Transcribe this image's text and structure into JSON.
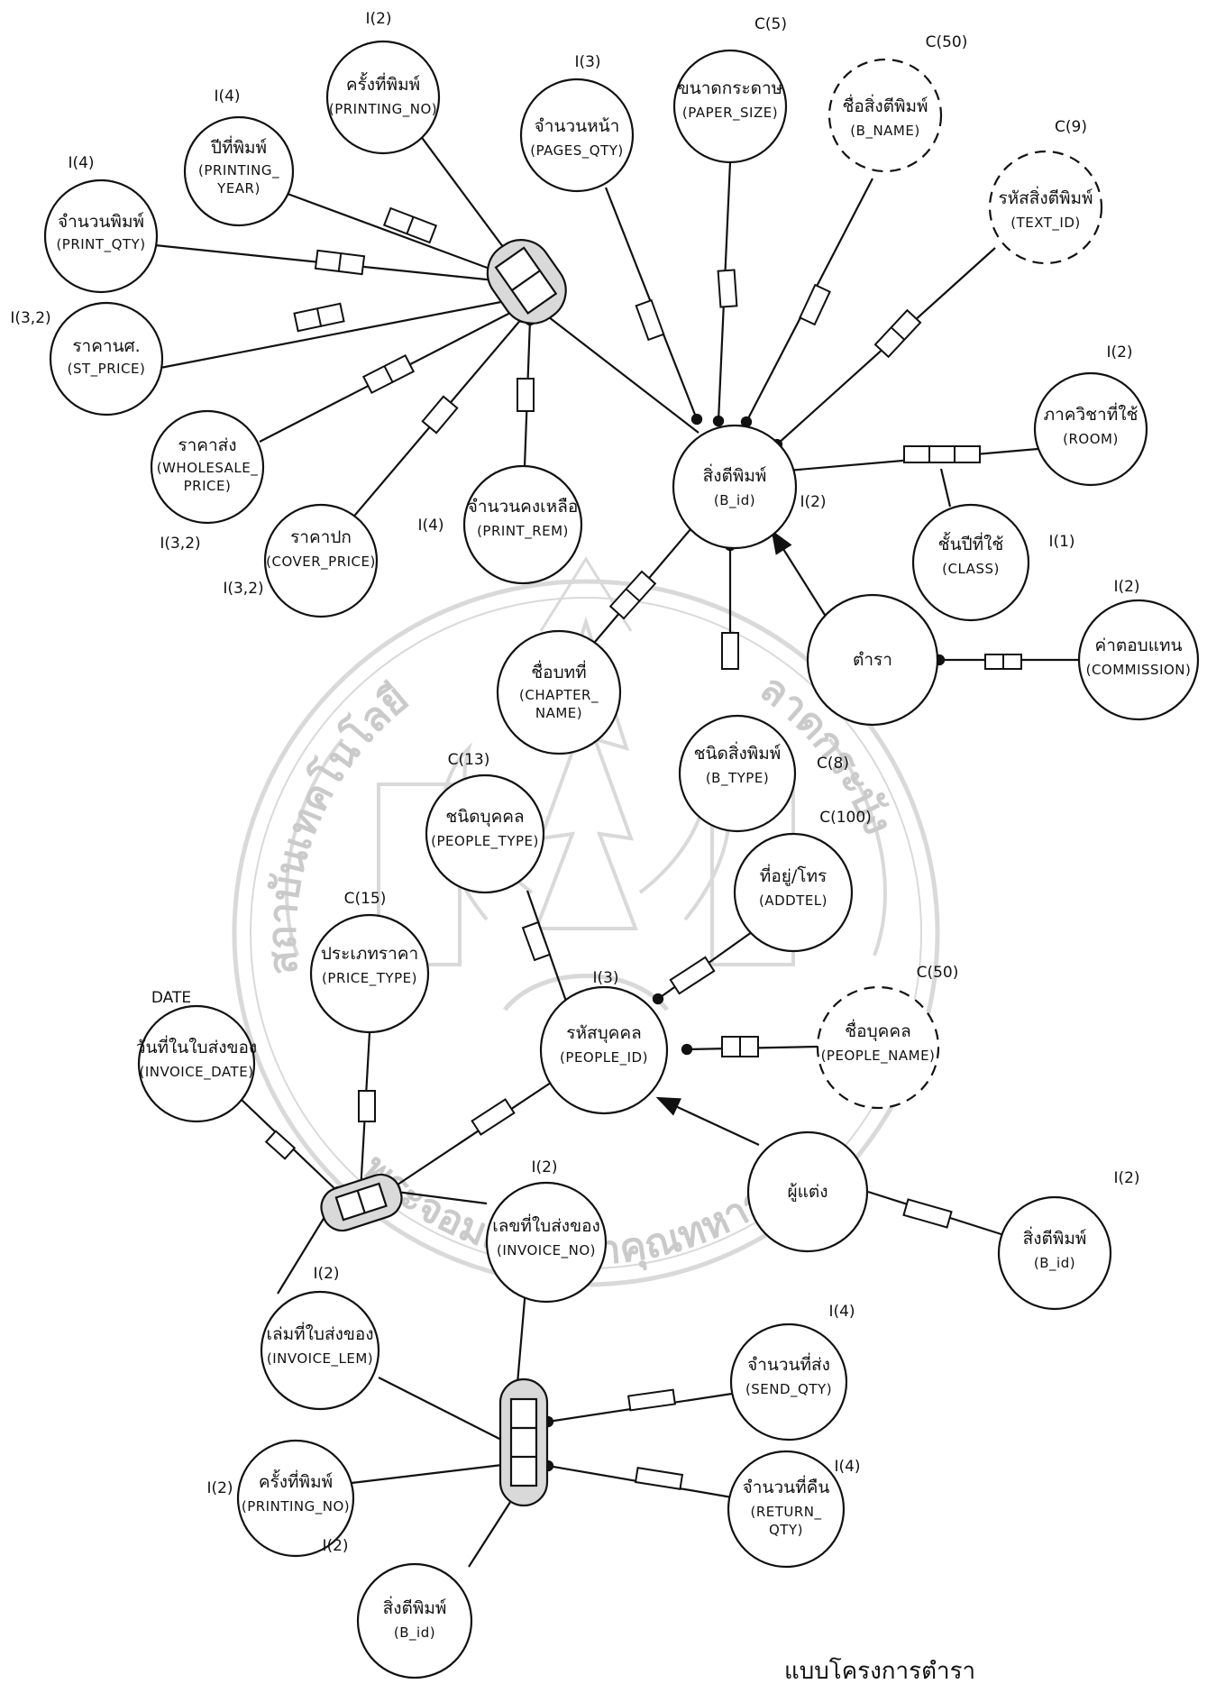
{
  "title": "แบบโครงการตำรา",
  "watermark": {
    "text": "พระจอมเกล้าเจ้าคุณทหารลาดกระบัง",
    "text_left": "สถาบันเทคโนโลยี",
    "text_right": "ลาดกระบัง"
  },
  "nodes": [
    {
      "id": "print_qty",
      "th": "จำนวนพิมพ์",
      "en": "(PRINT_QTY)",
      "dtype": "I(4)"
    },
    {
      "id": "printing_year",
      "th": "ปีที่พิมพ์",
      "en": "(PRINTING_",
      "en2": "YEAR)",
      "dtype": "I(4)"
    },
    {
      "id": "printing_no_top",
      "th": "ครั้งที่พิมพ์",
      "en": "(PRINTING_NO)",
      "dtype": "I(2)"
    },
    {
      "id": "pages_qty",
      "th": "จำนวนหน้า",
      "en": "(PAGES_QTY)",
      "dtype": "I(3)"
    },
    {
      "id": "paper_size",
      "th": "ขนาดกระดาษ",
      "en": "(PAPER_SIZE)",
      "dtype": "C(5)"
    },
    {
      "id": "b_name",
      "th": "ชื่อสิ่งตีพิมพ์",
      "en": "(B_NAME)",
      "dtype": "C(50)"
    },
    {
      "id": "text_id",
      "th": "รหัสสิ่งตีพิมพ์",
      "en": "(TEXT_ID)",
      "dtype": "C(9)"
    },
    {
      "id": "st_price",
      "th": "ราคานศ.",
      "en": "(ST_PRICE)",
      "dtype": "I(3,2)"
    },
    {
      "id": "wholesale_price",
      "th": "ราคาส่ง",
      "en": "(WHOLESALE_",
      "en2": "PRICE)",
      "dtype": "I(3,2)"
    },
    {
      "id": "cover_price",
      "th": "ราคาปก",
      "en": "(COVER_PRICE)",
      "dtype": "I(3,2)"
    },
    {
      "id": "print_rem",
      "th": "จำนวนคงเหลือ",
      "en": "(PRINT_REM)",
      "dtype": "I(4)"
    },
    {
      "id": "b_id_main",
      "th": "สิ่งตีพิมพ์",
      "en": "(B_id)",
      "dtype": "I(2)"
    },
    {
      "id": "room",
      "th": "ภาควิชาที่ใช้",
      "en": "(ROOM)",
      "dtype": "I(2)"
    },
    {
      "id": "class",
      "th": "ชั้นปีที่ใช้",
      "en": "(CLASS)",
      "dtype": "I(1)"
    },
    {
      "id": "textbook",
      "th": "ตำรา",
      "en": "",
      "dtype": ""
    },
    {
      "id": "commission",
      "th": "ค่าตอบแทน",
      "en": "(COMMISSION)",
      "dtype": "I(2)"
    },
    {
      "id": "chapter_name",
      "th": "ชื่อบทที่",
      "en": "(CHAPTER_",
      "en2": "NAME)",
      "dtype": ""
    },
    {
      "id": "b_type",
      "th": "ชนิดสิ่งพิมพ์",
      "en": "(B_TYPE)",
      "dtype": "C(8)"
    },
    {
      "id": "people_type",
      "th": "ชนิดบุคคล",
      "en": "(PEOPLE_TYPE)",
      "dtype": "C(13)"
    },
    {
      "id": "addtel",
      "th": "ที่อยู่/โทร",
      "en": "(ADDTEL)",
      "dtype": "C(100)"
    },
    {
      "id": "price_type",
      "th": "ประเภทราคา",
      "en": "(PRICE_TYPE)",
      "dtype": "C(15)"
    },
    {
      "id": "people_id",
      "th": "รหัสบุคคล",
      "en": "(PEOPLE_ID)",
      "dtype": "I(3)"
    },
    {
      "id": "people_name",
      "th": "ชื่อบุคคล",
      "en": "(PEOPLE_NAME)",
      "dtype": "C(50)"
    },
    {
      "id": "invoice_date",
      "th": "วันที่ในใบส่งของ",
      "en": "(INVOICE_DATE)",
      "dtype": "DATE"
    },
    {
      "id": "invoice_no",
      "th": "เลขที่ใบส่งของ",
      "en": "(INVOICE_NO)",
      "dtype": "I(2)"
    },
    {
      "id": "author",
      "th": "ผู้แต่ง",
      "en": "",
      "dtype": ""
    },
    {
      "id": "b_id_author",
      "th": "สิ่งตีพิมพ์",
      "en": "(B_id)",
      "dtype": "I(2)"
    },
    {
      "id": "invoice_lem",
      "th": "เล่มที่ใบส่งของ",
      "en": "(INVOICE_LEM)",
      "dtype": "I(2)"
    },
    {
      "id": "send_qty",
      "th": "จำนวนที่ส่ง",
      "en": "(SEND_QTY)",
      "dtype": "I(4)"
    },
    {
      "id": "printing_no_bottom",
      "th": "ครั้งที่พิมพ์",
      "en": "(PRINTING_NO)",
      "dtype": "I(2)"
    },
    {
      "id": "return_qty",
      "th": "จำนวนที่คืน",
      "en": "(RETURN_",
      "en2": "QTY)",
      "dtype": "I(4)"
    },
    {
      "id": "b_id_bottom",
      "th": "สิ่งตีพิมพ์",
      "en": "(B_id)",
      "dtype": "I(2)"
    }
  ]
}
